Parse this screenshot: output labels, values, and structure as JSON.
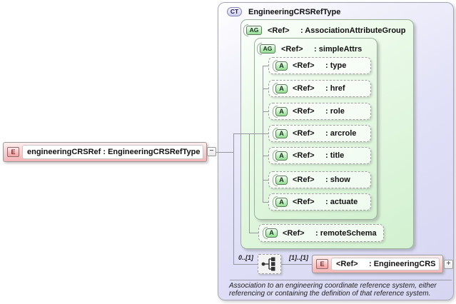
{
  "element": {
    "badge": "E",
    "label": "engineeringCRSRef : EngineeringCRSRefType",
    "collapse_glyph": "−"
  },
  "complex_type": {
    "badge": "CT",
    "title": "EngineeringCRSRefType",
    "association_group": {
      "badge": "AG",
      "ref": "<Ref>",
      "label": ": AssociationAttributeGroup",
      "simple_attrs": {
        "badge": "AG",
        "ref": "<Ref>",
        "label": ": simpleAttrs",
        "attributes": [
          {
            "badge": "A",
            "ref": "<Ref>",
            "label": ": type"
          },
          {
            "badge": "A",
            "ref": "<Ref>",
            "label": ": href"
          },
          {
            "badge": "A",
            "ref": "<Ref>",
            "label": ": role"
          },
          {
            "badge": "A",
            "ref": "<Ref>",
            "label": ": arcrole"
          },
          {
            "badge": "A",
            "ref": "<Ref>",
            "label": ": title"
          },
          {
            "badge": "A",
            "ref": "<Ref>",
            "label": ": show"
          },
          {
            "badge": "A",
            "ref": "<Ref>",
            "label": ": actuate"
          }
        ]
      },
      "remote_schema": {
        "badge": "A",
        "ref": "<Ref>",
        "label": ": remoteSchema"
      }
    },
    "sequence": {
      "cardinality_left": "0..[1]",
      "cardinality_right": "[1]..[1]",
      "element": {
        "badge": "E",
        "ref": "<Ref>",
        "label": ": EngineeringCRS",
        "expand_glyph": "+"
      }
    },
    "annotation": {
      "line1": "Association to an engineering coordinate reference system, either",
      "line2": "referencing or containing the definition of that reference system."
    }
  },
  "colors": {
    "element_pink": "#f3b4b4",
    "group_green": "#d2f1d0",
    "complex_type_lavender": "#d6d6f2",
    "connector_gray": "#97979f",
    "badge_red_text": "#7c2a2a",
    "badge_green_fill": "#93dd93"
  }
}
